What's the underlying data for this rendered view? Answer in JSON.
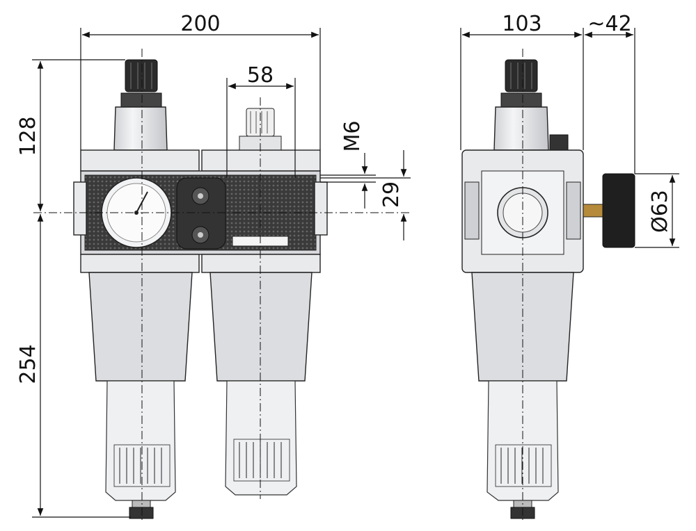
{
  "dimensions": {
    "width_total": "200",
    "spacing": "58",
    "height_upper": "128",
    "height_lower": "254",
    "thread": "M6",
    "mount_height": "29",
    "side_width": "103",
    "gauge_protrusion": "~42",
    "gauge_diameter": "Ø63"
  },
  "icons": {
    "gauge": "pressure-gauge-icon",
    "adjust_knob": "adjustment-knob-icon"
  }
}
